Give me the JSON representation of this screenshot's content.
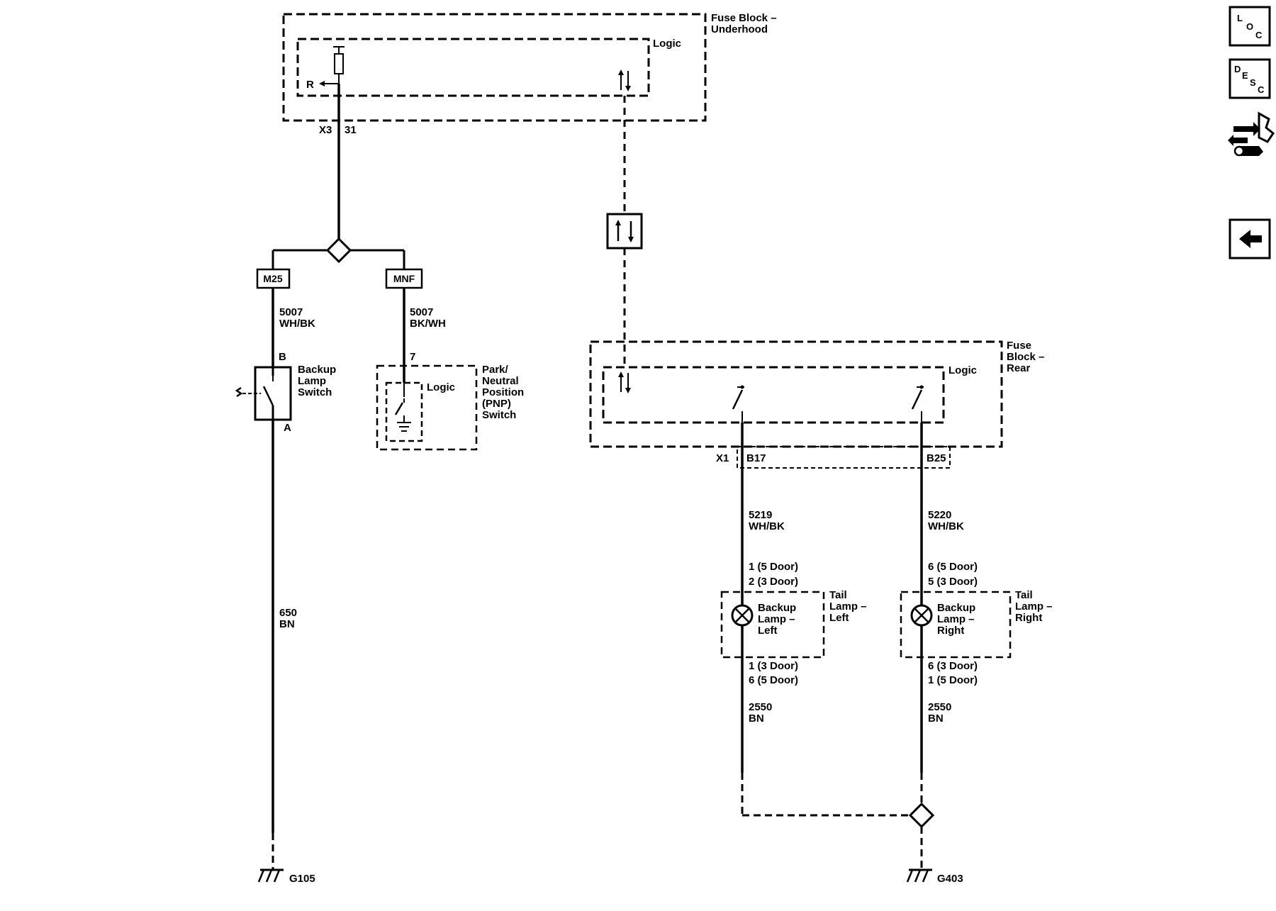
{
  "fuse_block_underhood": {
    "label_l1": "Fuse Block –",
    "label_l2": "Underhood",
    "logic": "Logic",
    "relay_side_label": "R",
    "connector": "X3",
    "pin": "31"
  },
  "splice_connectors": {
    "left": "M25",
    "right": "MNF"
  },
  "wire_5007_left": {
    "circuit": "5007",
    "color": "WH/BK"
  },
  "wire_5007_right": {
    "circuit": "5007",
    "color": "BK/WH"
  },
  "backup_lamp_switch": {
    "pin_top": "B",
    "pin_bottom": "A",
    "label_l1": "Backup",
    "label_l2": "Lamp",
    "label_l3": "Switch"
  },
  "pnp_switch": {
    "pin": "7",
    "logic": "Logic",
    "label_l1": "Park/",
    "label_l2": "Neutral",
    "label_l3": "Position",
    "label_l4": "(PNP)",
    "label_l5": "Switch"
  },
  "wire_650": {
    "circuit": "650",
    "color": "BN"
  },
  "ground_left": "G105",
  "fuse_block_rear": {
    "label_l1": "Fuse",
    "label_l2": "Block –",
    "label_l3": "Rear",
    "logic": "Logic",
    "connector": "X1",
    "pin_left": "B17",
    "pin_right": "B25"
  },
  "wire_5219": {
    "circuit": "5219",
    "color": "WH/BK"
  },
  "wire_5220": {
    "circuit": "5220",
    "color": "WH/BK"
  },
  "tail_lamp_left": {
    "pin_top_l1": "1 (5 Door)",
    "pin_top_l2": "2 (3 Door)",
    "lamp_l1": "Backup",
    "lamp_l2": "Lamp –",
    "lamp_l3": "Left",
    "label_l1": "Tail",
    "label_l2": "Lamp –",
    "label_l3": "Left",
    "pin_bottom_l1": "1 (3 Door)",
    "pin_bottom_l2": "6 (5 Door)"
  },
  "tail_lamp_right": {
    "pin_top_l1": "6 (5 Door)",
    "pin_top_l2": "5 (3 Door)",
    "lamp_l1": "Backup",
    "lamp_l2": "Lamp –",
    "lamp_l3": "Right",
    "label_l1": "Tail",
    "label_l2": "Lamp –",
    "label_l3": "Right",
    "pin_bottom_l1": "6 (3 Door)",
    "pin_bottom_l2": "1 (5 Door)"
  },
  "wire_2550_left": {
    "circuit": "2550",
    "color": "BN"
  },
  "wire_2550_right": {
    "circuit": "2550",
    "color": "BN"
  },
  "ground_right": "G403",
  "side_buttons": {
    "loc": {
      "l1": "L",
      "l2": "O",
      "l3": "C"
    },
    "desc": {
      "l1": "D",
      "l2": "E",
      "l3": "S",
      "l4": "C"
    },
    "connector_icon": "connector-tool-icon",
    "back_icon": "back-arrow-icon"
  }
}
